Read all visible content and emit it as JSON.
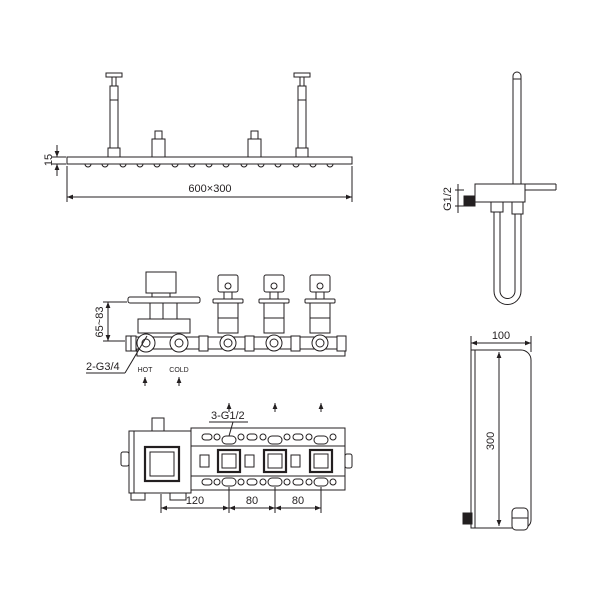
{
  "rain_shower": {
    "thickness_label": "15",
    "size_label": "600×300"
  },
  "hand_shower": {
    "connection_label": "G1/2"
  },
  "valve_front": {
    "depth_label": "65~83",
    "inlet_label": "2-G3/4",
    "hot_label": "HOT",
    "cold_label": "COLD"
  },
  "valve_top": {
    "outlet_label": "3-G1/2",
    "spacing_labels": [
      "120",
      "80",
      "80"
    ]
  },
  "holder_front": {
    "width_label": "100",
    "height_label": "300"
  },
  "colors": {
    "line": "#231f20",
    "background": "#ffffff"
  }
}
